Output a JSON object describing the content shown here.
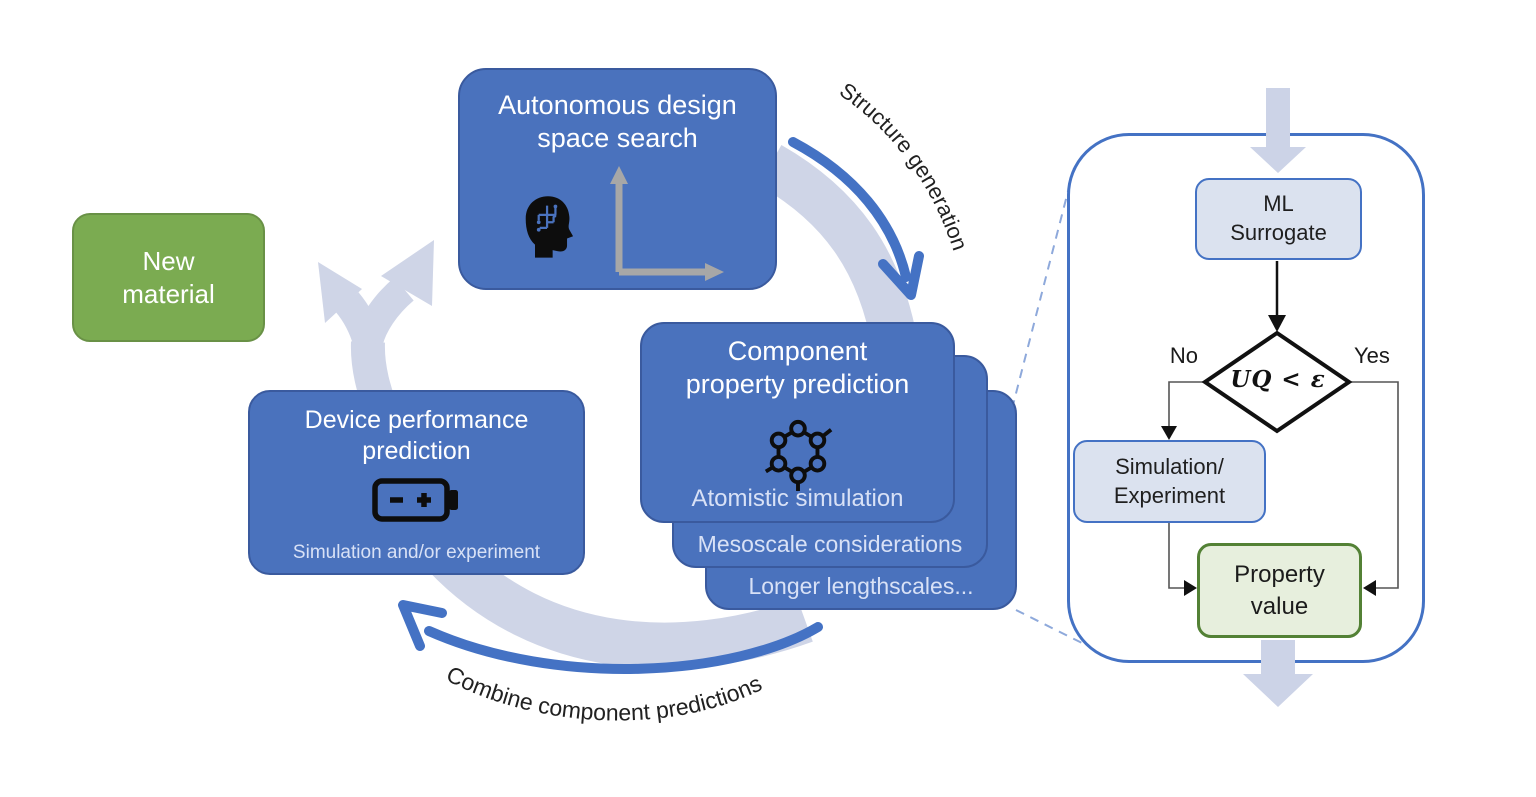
{
  "cycle": {
    "autonomous": {
      "lines": [
        "Autonomous design",
        "space search"
      ]
    },
    "component": {
      "lines": [
        "Component",
        "property prediction"
      ],
      "layers": [
        "Atomistic simulation",
        "Mesoscale considerations",
        "Longer lengthscales..."
      ]
    },
    "device": {
      "lines": [
        "Device performance",
        "prediction"
      ],
      "subtitle": "Simulation and/or experiment"
    },
    "new_material": {
      "lines": [
        "New",
        "material"
      ]
    },
    "arrows": {
      "structure_generation": "Structure generation",
      "combine_predictions": "Combine component predictions"
    }
  },
  "flowchart": {
    "ml_surrogate": {
      "lines": [
        "ML",
        "Surrogate"
      ]
    },
    "decision": {
      "condition": "UQ < ε",
      "no": "No",
      "yes": "Yes"
    },
    "simulation_experiment": {
      "lines": [
        "Simulation/",
        "Experiment"
      ]
    },
    "property_value": {
      "lines": [
        "Property",
        "value"
      ]
    }
  },
  "icons": {
    "brain_circuit_head": "black head silhouette with circuit brain",
    "design_space_axes": "gray x-y axes arrows",
    "molecule": "hexagonal molecule ring",
    "battery": "battery outline with - and +"
  },
  "colors": {
    "box_blue": "#4a72bd",
    "box_blue_border": "#3a5a9e",
    "accent_blue": "#4472c4",
    "lavender": "#cfd5e7",
    "green": "#7bab51",
    "light_blue_fill": "#dbe2ef",
    "light_green_fill": "#e7efdd",
    "dark_green_border": "#538135",
    "axes_gray": "#a7a7a7"
  }
}
